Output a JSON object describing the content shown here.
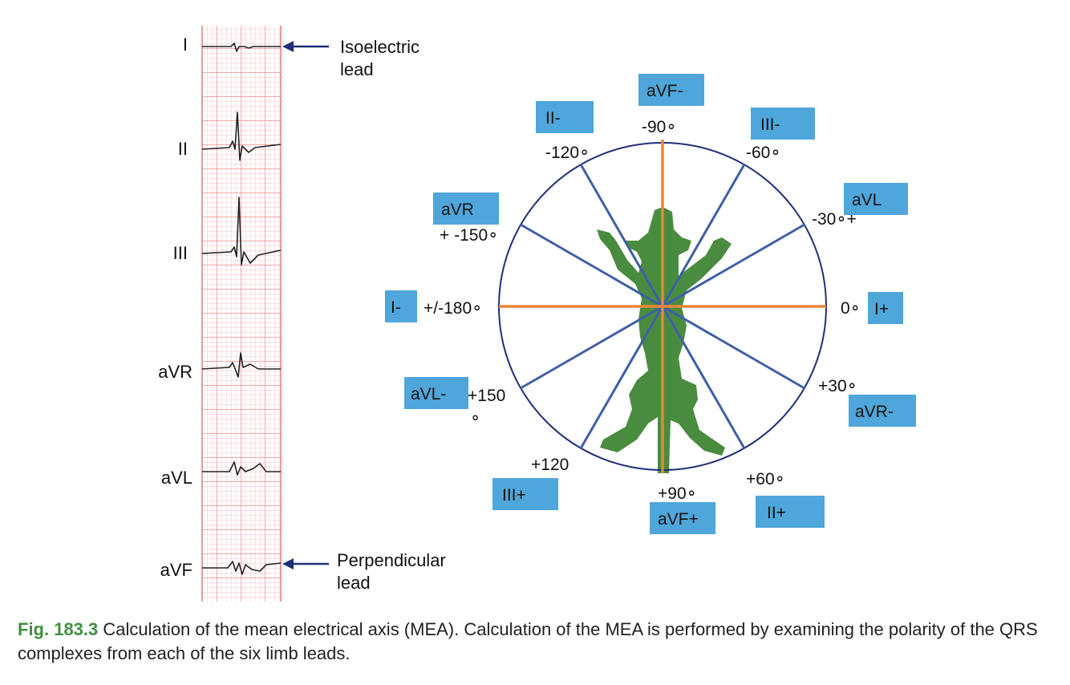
{
  "ecg": {
    "leads": [
      "I",
      "II",
      "III",
      "aVR",
      "aVL",
      "aVF"
    ],
    "annotations": {
      "isoelectric": [
        "Isoelectric",
        "lead"
      ],
      "perpendicular": [
        "Perpendicular",
        "lead"
      ]
    }
  },
  "axis_diagram": {
    "degree_labels": {
      "m90": "-90∘",
      "m120": "-120∘",
      "m60": "-60∘",
      "m30": "-30∘+",
      "m150": "+  -150∘",
      "pm180": "+/-180∘",
      "zero": "0∘",
      "p30": "+30∘",
      "p150_a": "+150",
      "p150_b": "∘",
      "p120": "+120",
      "p60": "+60∘",
      "p90": "+90∘"
    },
    "lead_boxes": {
      "aVF_neg": "aVF-",
      "II_neg": "II-",
      "III_neg": "III-",
      "aVL": "aVL",
      "aVR": "aVR",
      "I_neg": "I-",
      "I_pos": "I+",
      "aVL_neg": "aVL-",
      "aVR_neg": "aVR-",
      "III_pos": "III+",
      "aVF_pos": "aVF+",
      "II_pos": "II+"
    },
    "colors": {
      "box": "#4ea6da",
      "circle": "#1f2f7a",
      "orange_axis": "#e8873a",
      "blue_axis": "#3f5fa8",
      "silhouette": "#4a8c3f",
      "grid": "#e05a5a"
    }
  },
  "caption": {
    "number": "Fig. 183.3",
    "text": " Calculation of the mean electrical axis (MEA). Calculation of the MEA is performed by examining the polarity of the QRS complexes from each of the six limb leads."
  }
}
